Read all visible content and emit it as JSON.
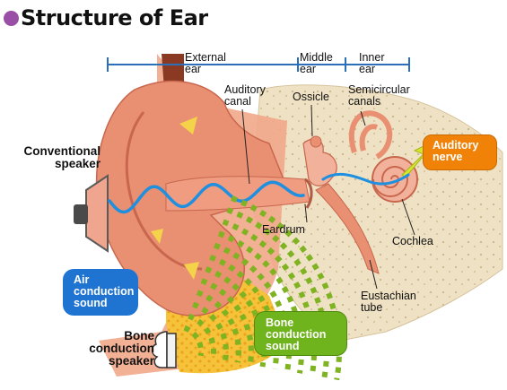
{
  "title": "Structure of Ear",
  "colors": {
    "title_dot": "#9a4fa6",
    "air_wave": "#1f8fe0",
    "bone_wave": "#7fb321",
    "air_label_bg": "#1f74d2",
    "bone_label_bg": "#6fb31d",
    "nerve_label_bg": "#f08208",
    "bracket": "#2a6fb8",
    "skin": "#e98f72",
    "bone": "#efe2c4"
  },
  "regions": {
    "external": "External\near",
    "middle": "Middle\near",
    "inner": "Inner\near"
  },
  "labels": {
    "auditory_canal": "Auditory\ncanal",
    "ossicle": "Ossicle",
    "semicircular_canals": "Semicircular\ncanals",
    "eardrum": "Eardrum",
    "cochlea": "Cochlea",
    "eustachian_tube": "Eustachian\ntube"
  },
  "speakers": {
    "conventional": "Conventional\nspeaker",
    "bone": "Bone\nconduction\nspeaker"
  },
  "callouts": {
    "air": "Air\nconduction\nsound",
    "bone": "Bone\nconduction\nsound",
    "nerve": "Auditory\nnerve"
  },
  "icons": [
    "speaker-cone-icon",
    "bone-conduction-speaker-icon",
    "air-wave-icon",
    "bone-wave-icon",
    "arrow-icon"
  ]
}
